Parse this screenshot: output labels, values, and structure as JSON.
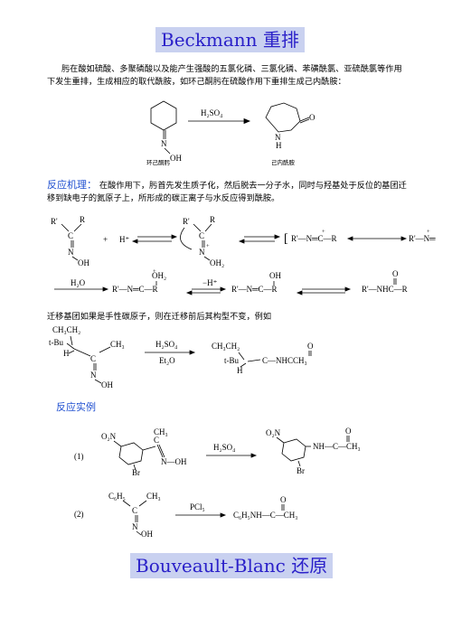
{
  "sections": {
    "beckmann_title": "Beckmann 重排",
    "intro": "肟在酸如硫酸、多聚磷酸以及能产生强酸的五氯化磷、三氯化磷、苯磺酰氯、亚硫酰氯等作用下发生重排，生成相应的取代酰胺，如环己酮肟在硫酸作用下重排生成己内酰胺：",
    "mechanism_label": "反应机理：",
    "mechanism_text": "在酸作用下，肟首先发生质子化，然后脱去一分子水，同时与羟基处于反位的基团迁移到缺电子的氮原子上，所形成的碳正离子与水反应得到酰胺。",
    "chiral_note": "迁移基团如果是手性碳原子，则在迁移前后其构型不变，例如",
    "examples_label": "反应实例",
    "bouveault_title": "Bouveault-Blanc 还原"
  },
  "scheme1": {
    "reagent": "H₂SO₄",
    "n": "N",
    "oh": "OH",
    "o": "O",
    "h": "H",
    "label_left": "环己酮肟",
    "label_right": "己内酰胺"
  },
  "mechanism": {
    "r_prime": "R'",
    "r": "R",
    "c": "C",
    "n": "N",
    "oh": "OH",
    "plus": "+",
    "h_plus": "H⁺",
    "oh2": "OH₂",
    "ion1": "R'—N═C—R",
    "ion2": "R'—N═C—R",
    "h2o": "H₂O",
    "step_a": "R'—N═C—R",
    "step_b": "R'—N═C—R",
    "minus_h": "−H⁺",
    "amide": "R'—NHC—R",
    "o": "O"
  },
  "chiral": {
    "ch3ch2": "CH₃CH₂",
    "tbu": "t-Bu",
    "h": "H",
    "ch3": "CH₃",
    "c": "C",
    "n": "N",
    "oh": "OH",
    "reagent_top": "H₂SO₄",
    "reagent_bottom": "Et₂O",
    "product_main": "C—NHCCH₃",
    "o": "O"
  },
  "examples": {
    "ex1_label": "(1)",
    "ex1_no2": "O₂N",
    "ex1_ch3": "CH₃",
    "ex1_c": "C",
    "ex1_n": "N—OH",
    "ex1_br": "Br",
    "ex1_reagent": "H₂SO₄",
    "ex1_prod_no2": "O₂N",
    "ex1_prod_nh": "NH—C—CH₃",
    "ex1_prod_o": "O",
    "ex1_prod_br": "Br",
    "ex2_label": "(2)",
    "ex2_c6h5": "C₆H₅",
    "ex2_ch3": "CH₃",
    "ex2_c": "C",
    "ex2_n": "N",
    "ex2_oh": "OH",
    "ex2_reagent": "PCl₅",
    "ex2_product": "C₆H₅NH—C—CH₃",
    "ex2_o": "O"
  }
}
